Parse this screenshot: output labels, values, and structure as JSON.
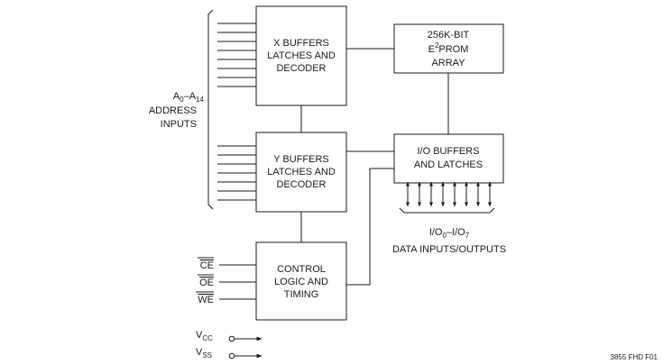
{
  "blocks": {
    "x_decoder": [
      "X BUFFERS",
      "LATCHES AND",
      "DECODER"
    ],
    "y_decoder": [
      "Y BUFFERS",
      "LATCHES AND",
      "DECODER"
    ],
    "control": [
      "CONTROL",
      "LOGIC AND",
      "TIMING"
    ],
    "io_buffers": [
      "I/O BUFFERS",
      "AND LATCHES"
    ],
    "array": {
      "line1": "256K-BIT",
      "e_letter": "E",
      "e_sup": "2",
      "e_rest": "PROM",
      "line3": "ARRAY"
    }
  },
  "address": {
    "a": "A",
    "a_sub_start": "0",
    "dash": "–",
    "a_end": "A",
    "a_sub_end": "14",
    "line2": "ADDRESS",
    "line3": "INPUTS"
  },
  "data_io": {
    "io_a": "I/O",
    "io_sub_start": "0",
    "dash": "–",
    "io_b": "I/O",
    "io_sub_end": "7",
    "line2": "DATA INPUTS/OUTPUTS"
  },
  "controls": [
    "CE",
    "OE",
    "WE"
  ],
  "power": {
    "vcc_v": "V",
    "vcc_sub": "CC",
    "vss_v": "V",
    "vss_sub": "SS"
  },
  "figure_id": "3855 FHD F01"
}
